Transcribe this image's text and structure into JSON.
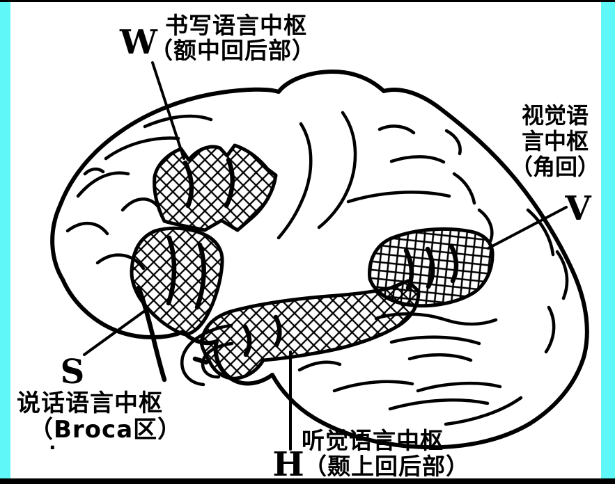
{
  "colors": {
    "border": "#5ff7f7",
    "ink": "#000000",
    "background": "#ffffff"
  },
  "figure": {
    "subject": "human brain lateral view language centers diagram",
    "markers": {
      "writing": "W",
      "speech": "S",
      "auditory": "H",
      "visual": "V"
    },
    "labels": {
      "writing": {
        "line1": "书写语言中枢",
        "line2": "（额中回后部）"
      },
      "visual": {
        "line1": "视觉语",
        "line2": "言中枢",
        "line3": "（角回）"
      },
      "speech": {
        "line1": "说话语言中枢",
        "line2": "（Broca区）"
      },
      "auditory": {
        "line1": "听觉语言中枢",
        "line2": "（颞上回后部）"
      }
    },
    "stray_mark": "."
  }
}
